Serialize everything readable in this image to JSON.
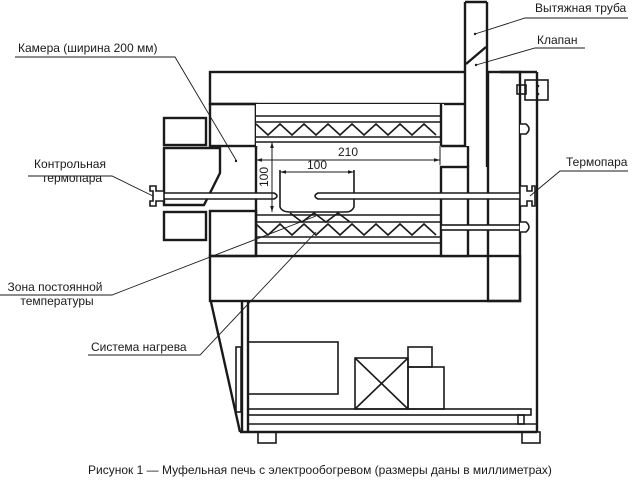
{
  "figure": {
    "caption": "Рисунок 1 — Муфельная печь с электрообогревом (размеры даны в миллиметрах)",
    "labels": {
      "chamber": "Камера (ширина 200 мм)",
      "exhaust_pipe": "Вытяжная труба",
      "valve": "Клапан",
      "control_thermocouple_line1": "Контрольная",
      "control_thermocouple_line2": "термопара",
      "thermocouple": "Термопара",
      "constant_temp_zone_line1": "Зона постоянной",
      "constant_temp_zone_line2": "температуры",
      "heating_system": "Система нагрева"
    },
    "dimensions": {
      "chamber_length": "210",
      "constant_zone_length": "100",
      "chamber_height": "100"
    },
    "units": "мм"
  }
}
